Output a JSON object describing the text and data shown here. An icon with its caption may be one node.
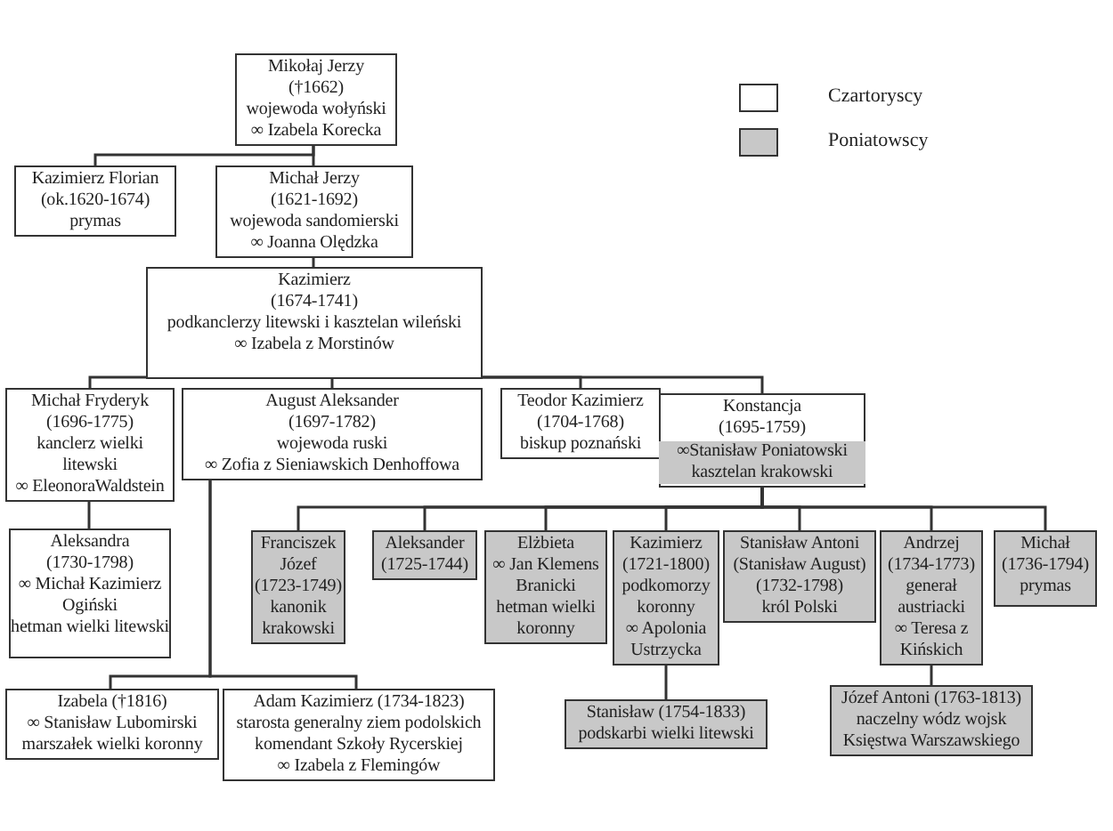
{
  "diagram": {
    "nodes": [
      {
        "text": [
          "Mikołaj Jerzy",
          "(†1662)",
          "wojewoda wołyński",
          "∞ Izabela Korecka"
        ]
      },
      {
        "text": [
          "Kazimierz Florian",
          "(ok.1620-1674)",
          "prymas"
        ]
      },
      {
        "text": [
          "Michał Jerzy",
          "(1621-1692)",
          "wojewoda sandomierski",
          "∞ Joanna Olędzka"
        ]
      },
      {
        "text": [
          "Kazimierz",
          "(1674-1741)",
          "podkanclerzy litewski i kasztelan wileński",
          "∞ Izabela z Morstinów"
        ]
      },
      {
        "text": [
          "Michał Fryderyk",
          "(1696-1775)",
          "kanclerz wielki litewski",
          "∞ EleonoraWaldstein"
        ]
      },
      {
        "text": [
          "August Aleksander",
          "(1697-1782)",
          "wojewoda ruski",
          "∞ Zofia z Sieniawskich Denhoffowa"
        ]
      },
      {
        "text": [
          "Teodor Kazimierz",
          "(1704-1768)",
          "biskup poznański"
        ]
      },
      {
        "text": [
          "Konstancja",
          "(1695-1759)",
          "∞Stanisław Poniatowski",
          "kasztelan krakowski"
        ]
      },
      {
        "text": [
          "Aleksandra",
          "(1730-1798)",
          "∞ Michał Kazimierz Ogiński",
          "hetman wielki litewski"
        ]
      },
      {
        "text": [
          "Franciszek Józef",
          "(1723-1749)",
          "kanonik krakowski"
        ]
      },
      {
        "text": [
          "Aleksander",
          "(1725-1744)"
        ]
      },
      {
        "text": [
          "Elżbieta",
          "∞ Jan Klemens Branicki",
          "hetman wielki koronny"
        ]
      },
      {
        "text": [
          "Kazimierz",
          "(1721-1800)",
          "podkomorzy koronny",
          "∞ Apolonia Ustrzycka"
        ]
      },
      {
        "text": [
          "Stanisław Antoni",
          "(Stanisław August)",
          "(1732-1798)",
          "król Polski"
        ]
      },
      {
        "text": [
          "Andrzej",
          "(1734-1773)",
          "generał austriacki",
          "∞ Teresa z Kińskich"
        ]
      },
      {
        "text": [
          "Michał",
          "(1736-1794)",
          "prymas"
        ]
      },
      {
        "text": [
          "Izabela (†1816)",
          "∞ Stanisław Lubomirski",
          "marszałek wielki koronny"
        ]
      },
      {
        "text": [
          "Adam Kazimierz (1734-1823)",
          "starosta generalny ziem podolskich",
          "komendant Szkoły Rycerskiej",
          "∞ Izabela z Flemingów"
        ]
      },
      {
        "text": [
          "Stanisław (1754-1833)",
          "podskarbi wielki litewski"
        ]
      },
      {
        "text": [
          "Józef Antoni (1763-1813)",
          "naczelny wódz wojsk Księstwa Warszawskiego"
        ]
      }
    ],
    "edges": [
      {
        "from": 0,
        "to": 1,
        "arrow": "none"
      },
      {
        "from": 0,
        "to": 2,
        "arrow": "none"
      },
      {
        "from": 2,
        "to": 3,
        "arrow": "none"
      },
      {
        "from": 3,
        "to": 4,
        "arrow": "none"
      },
      {
        "from": 3,
        "to": 5,
        "arrow": "none"
      },
      {
        "from": 3,
        "to": 6,
        "arrow": "none"
      },
      {
        "from": 3,
        "to": 7,
        "arrow": "none"
      },
      {
        "from": 4,
        "to": 8,
        "arrow": "none"
      },
      {
        "from": 7,
        "to": 9,
        "arrow": "none"
      },
      {
        "from": 7,
        "to": 10,
        "arrow": "none"
      },
      {
        "from": 7,
        "to": 11,
        "arrow": "none"
      },
      {
        "from": 7,
        "to": 12,
        "arrow": "none"
      },
      {
        "from": 7,
        "to": 13,
        "arrow": "none"
      },
      {
        "from": 7,
        "to": 14,
        "arrow": "none"
      },
      {
        "from": 7,
        "to": 15,
        "arrow": "none"
      },
      {
        "from": 5,
        "to": 16,
        "arrow": "none"
      },
      {
        "from": 5,
        "to": 17,
        "arrow": "none"
      },
      {
        "from": 12,
        "to": 18,
        "arrow": "none"
      },
      {
        "from": 14,
        "to": 19,
        "arrow": "none"
      }
    ],
    "legend": [
      {
        "text": "Czartoryscy",
        "color": "#ffffff"
      },
      {
        "text": "Poniatowscy",
        "color": "#c8c8c8"
      }
    ]
  }
}
